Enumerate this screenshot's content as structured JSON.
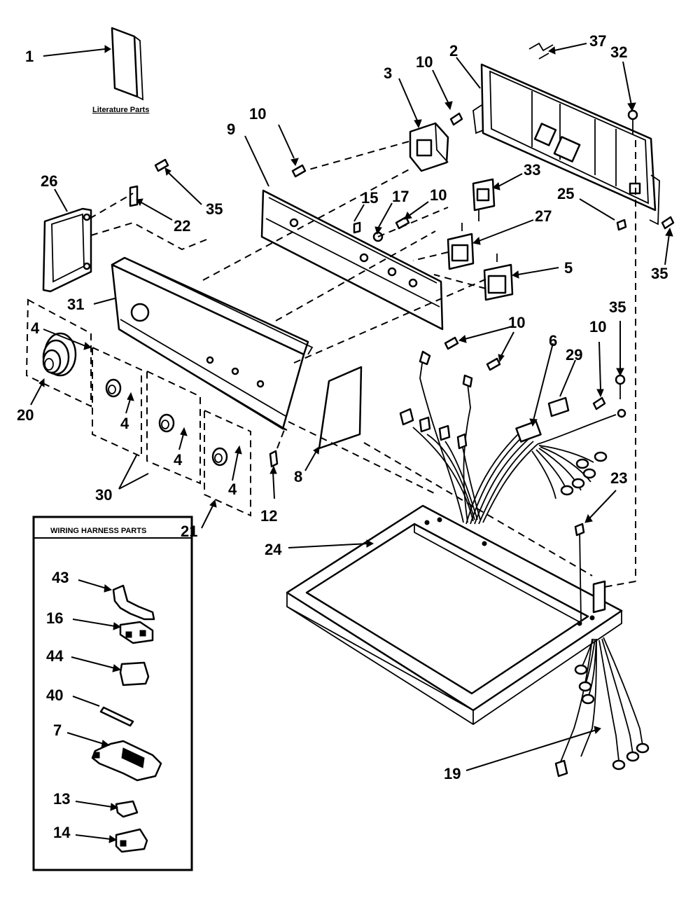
{
  "literature": {
    "caption": "Literature Parts"
  },
  "harness_box": {
    "title": "WIRING HARNESS PARTS"
  },
  "labels": {
    "l1": "1",
    "l2": "2",
    "l3": "3",
    "l4a": "4",
    "l4b": "4",
    "l4c": "4",
    "l4d": "4",
    "l5": "5",
    "l6": "6",
    "l7": "7",
    "l8": "8",
    "l9": "9",
    "l10a": "10",
    "l10b": "10",
    "l10c": "10",
    "l10d": "10",
    "l10e": "10",
    "l12": "12",
    "l13": "13",
    "l14": "14",
    "l15": "15",
    "l16": "16",
    "l17": "17",
    "l19": "19",
    "l20": "20",
    "l21": "21",
    "l22": "22",
    "l23": "23",
    "l24": "24",
    "l25": "25",
    "l26": "26",
    "l27": "27",
    "l29": "29",
    "l30": "30",
    "l31": "31",
    "l32": "32",
    "l33": "33",
    "l35a": "35",
    "l35b": "35",
    "l35c": "35",
    "l37": "37",
    "l40": "40",
    "l43": "43",
    "l44": "44"
  }
}
